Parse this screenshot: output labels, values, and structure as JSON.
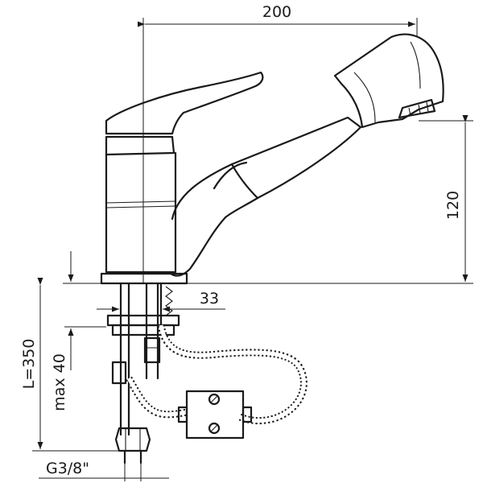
{
  "dimensions": {
    "width_label": "200",
    "height_label": "120",
    "offset_label": "33",
    "hose_length_label": "L=350",
    "max_label": "max 40",
    "thread_label": "G3/8\""
  }
}
